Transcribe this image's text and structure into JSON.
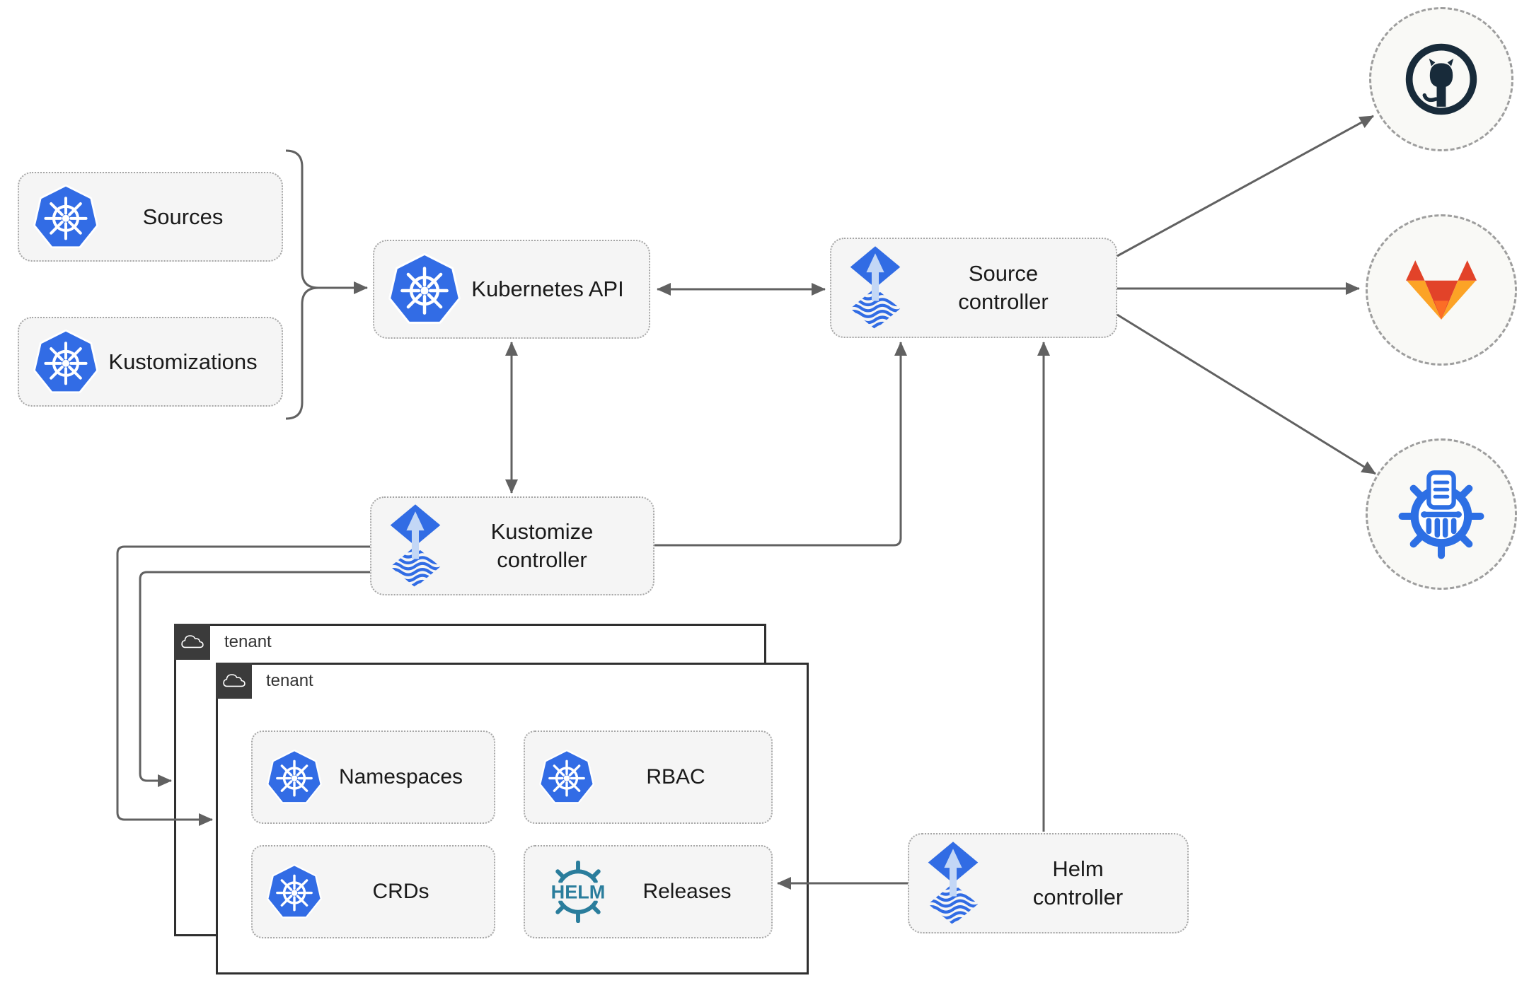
{
  "nodes": {
    "sources": "Sources",
    "kustomizations": "Kustomizations",
    "kubernetes_api": "Kubernetes API",
    "source_controller": {
      "line1": "Source",
      "line2": "controller"
    },
    "kustomize_controller": {
      "line1": "Kustomize",
      "line2": "controller"
    },
    "helm_controller": {
      "line1": "Helm",
      "line2": "controller"
    },
    "namespaces": "Namespaces",
    "rbac": "RBAC",
    "crds": "CRDs",
    "releases": "Releases"
  },
  "tenants": {
    "outer": "tenant",
    "inner": "tenant"
  },
  "icons": {
    "helm_logo_text": "HELM",
    "remote_targets": [
      "github-icon",
      "gitlab-icon",
      "manifest-storage-icon"
    ]
  },
  "colors": {
    "kubernetes_blue": "#326ce5",
    "flux_blue": "#316ce4",
    "flux_arrow_light": "#c3d7f6",
    "helm_teal": "#2a7d9c",
    "github_dark": "#182b3a",
    "gitlab_red_orange": "#e24329",
    "gitlab_orange": "#fc6d26",
    "gitlab_light_orange": "#fca326",
    "connector_gray": "#616161",
    "node_fill": "#f5f5f5",
    "node_border": "#a6a6a6",
    "tenant_border": "#2f2f2f",
    "tenant_header_bg": "#3b3b3b",
    "remote_circle_fill": "#f9f9f6",
    "remote_circle_border": "#9e9e9e"
  }
}
